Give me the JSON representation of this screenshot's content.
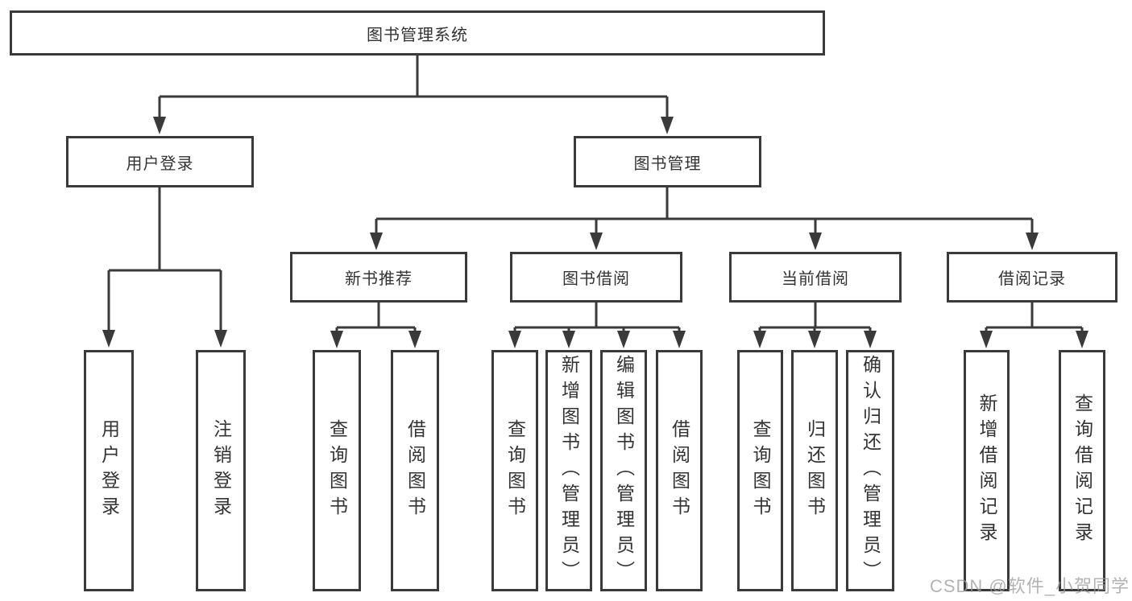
{
  "tree": {
    "label": "图书管理系统",
    "children": [
      {
        "label": "用户登录",
        "children": [
          {
            "label": "用户登录"
          },
          {
            "label": "注销登录"
          }
        ]
      },
      {
        "label": "图书管理",
        "children": [
          {
            "label": "新书推荐",
            "children": [
              {
                "label": "查询图书"
              },
              {
                "label": "借阅图书"
              }
            ]
          },
          {
            "label": "图书借阅",
            "children": [
              {
                "label": "查询图书"
              },
              {
                "label": "新增图书（管理员）"
              },
              {
                "label": "编辑图书（管理员）"
              },
              {
                "label": "借阅图书"
              }
            ]
          },
          {
            "label": "当前借阅",
            "children": [
              {
                "label": "查询图书"
              },
              {
                "label": "归还图书"
              },
              {
                "label": "确认归还（管理员）"
              }
            ]
          },
          {
            "label": "借阅记录",
            "children": [
              {
                "label": "新增借阅记录"
              },
              {
                "label": "查询借阅记录"
              }
            ]
          }
        ]
      }
    ]
  },
  "colors": {
    "line": "#3a3a3a",
    "text": "#333333",
    "watermark": "#9a9a9a",
    "background": "#ffffff"
  },
  "watermark": "CSDN @软件_小贺同学"
}
